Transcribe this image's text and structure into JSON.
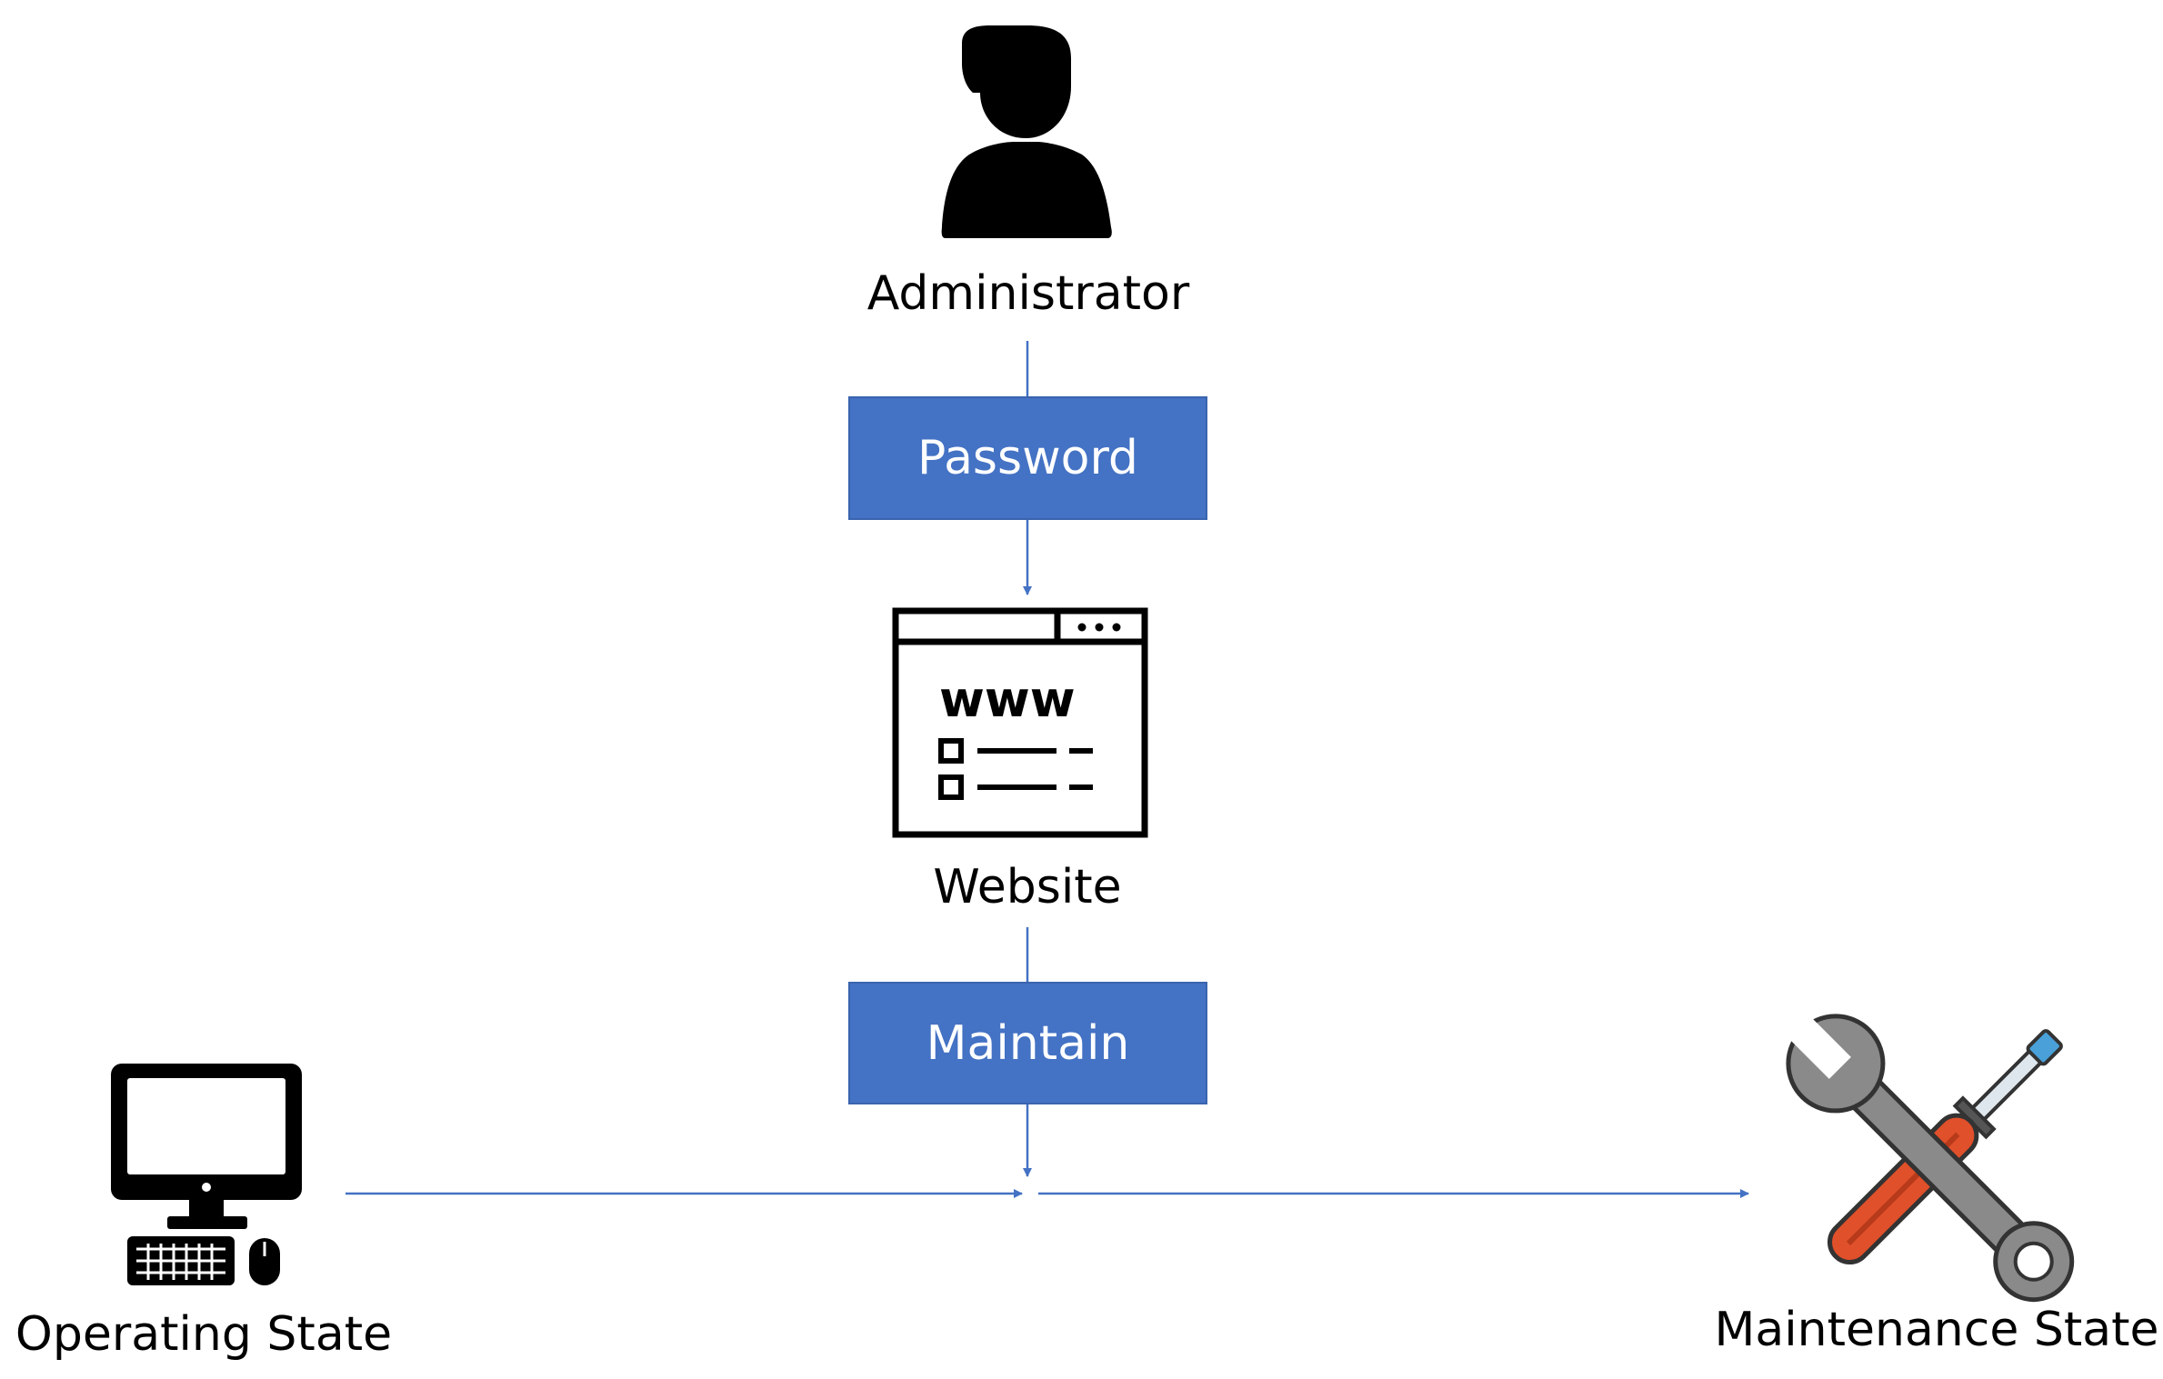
{
  "nodes": {
    "administrator": {
      "label": "Administrator",
      "icon": "user-icon"
    },
    "password": {
      "label": "Password",
      "fill": "#4472C4",
      "text_color": "#FFFFFF"
    },
    "website": {
      "label": "Website",
      "icon": "web-browser-icon",
      "icon_text": "www"
    },
    "maintain": {
      "label": "Maintain",
      "fill": "#4472C4",
      "text_color": "#FFFFFF"
    },
    "operating_state": {
      "label": "Operating State",
      "icon": "desktop-computer-icon"
    },
    "maintenance_state": {
      "label": "Maintenance State",
      "icon": "tools-icon"
    }
  },
  "edges": [
    {
      "from": "administrator",
      "to": "password"
    },
    {
      "from": "password",
      "to": "website"
    },
    {
      "from": "website",
      "to": "maintain"
    },
    {
      "from": "maintain",
      "to": "junction"
    },
    {
      "from": "operating_state",
      "to": "junction"
    },
    {
      "from": "junction",
      "to": "maintenance_state"
    }
  ],
  "colors": {
    "connector": "#4472C4",
    "box_fill": "#4472C4",
    "icon": "#000000",
    "wrench_body": "#8a8a8a",
    "screwdriver_handle": "#e0502a",
    "screwdriver_tip": "#4aa0d8"
  }
}
